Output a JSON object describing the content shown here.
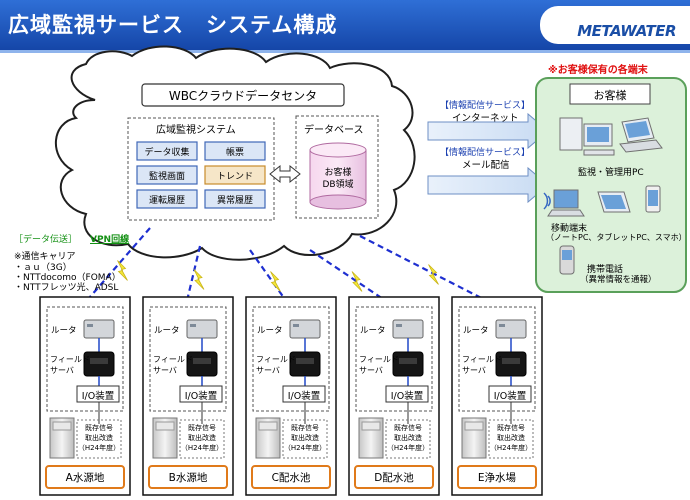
{
  "header": {
    "title": "広域監視サービス　システム構成",
    "logo": "METAWATER"
  },
  "cloud": {
    "title": "WBCクラウドデータセンタ",
    "monitoring_system": {
      "title": "広域監視システム",
      "modules": [
        "データ収集",
        "帳票",
        "監視画面",
        "トレンド",
        "運転履歴",
        "異常履歴"
      ]
    },
    "database": {
      "title": "データベース",
      "db_label": "お客様\nDB領域"
    }
  },
  "info_service_1": {
    "title": "【情報配信サービス】",
    "channel": "インターネット"
  },
  "info_service_2": {
    "title": "【情報配信サービス】",
    "channel": "メール配信"
  },
  "customer": {
    "note": "※お客様保有の各端末",
    "title": "お客様",
    "pc_label": "監視・管理用PC",
    "mobile_label": "移動端末",
    "mobile_sub": "（ノートPC、タブレットPC、スマホ）",
    "phone_label": "携帯電話",
    "phone_sub": "（異常情報を通報）"
  },
  "transmission": {
    "title": "［データ伝送］",
    "vpn": "VPN回線",
    "carrier_title": "※通信キャリア",
    "carriers": [
      "・ａｕ（3G）",
      "・NTTdocomo（FOMA）",
      "・NTTフレッツ光、ADSL"
    ]
  },
  "site_common": {
    "router": "ルータ",
    "field_server": "フィールド\nサーバ",
    "io": "I/O装置",
    "existing": "既存信号\n取出改造\n（H24年度）"
  },
  "sites": [
    {
      "name": "A水源地"
    },
    {
      "name": "B水源地"
    },
    {
      "name": "C配水池"
    },
    {
      "name": "D配水池"
    },
    {
      "name": "E浄水場"
    }
  ],
  "colors": {
    "header": "#1a54c4",
    "module_fill": "#dbe6f6",
    "module_border": "#3f67b8",
    "highlight_fill": "#f6e6c8",
    "highlight_border": "#c88b2b",
    "customer_fill": "#dcf1da",
    "customer_border": "#5aa05a",
    "site_label_border": "#e07a1a",
    "link_dash": "#1e2fd0",
    "vpn_text": "#139013",
    "note_red": "#e01010",
    "service_text": "#1a3fb0",
    "arrow_fill": "#dbe8f8"
  }
}
